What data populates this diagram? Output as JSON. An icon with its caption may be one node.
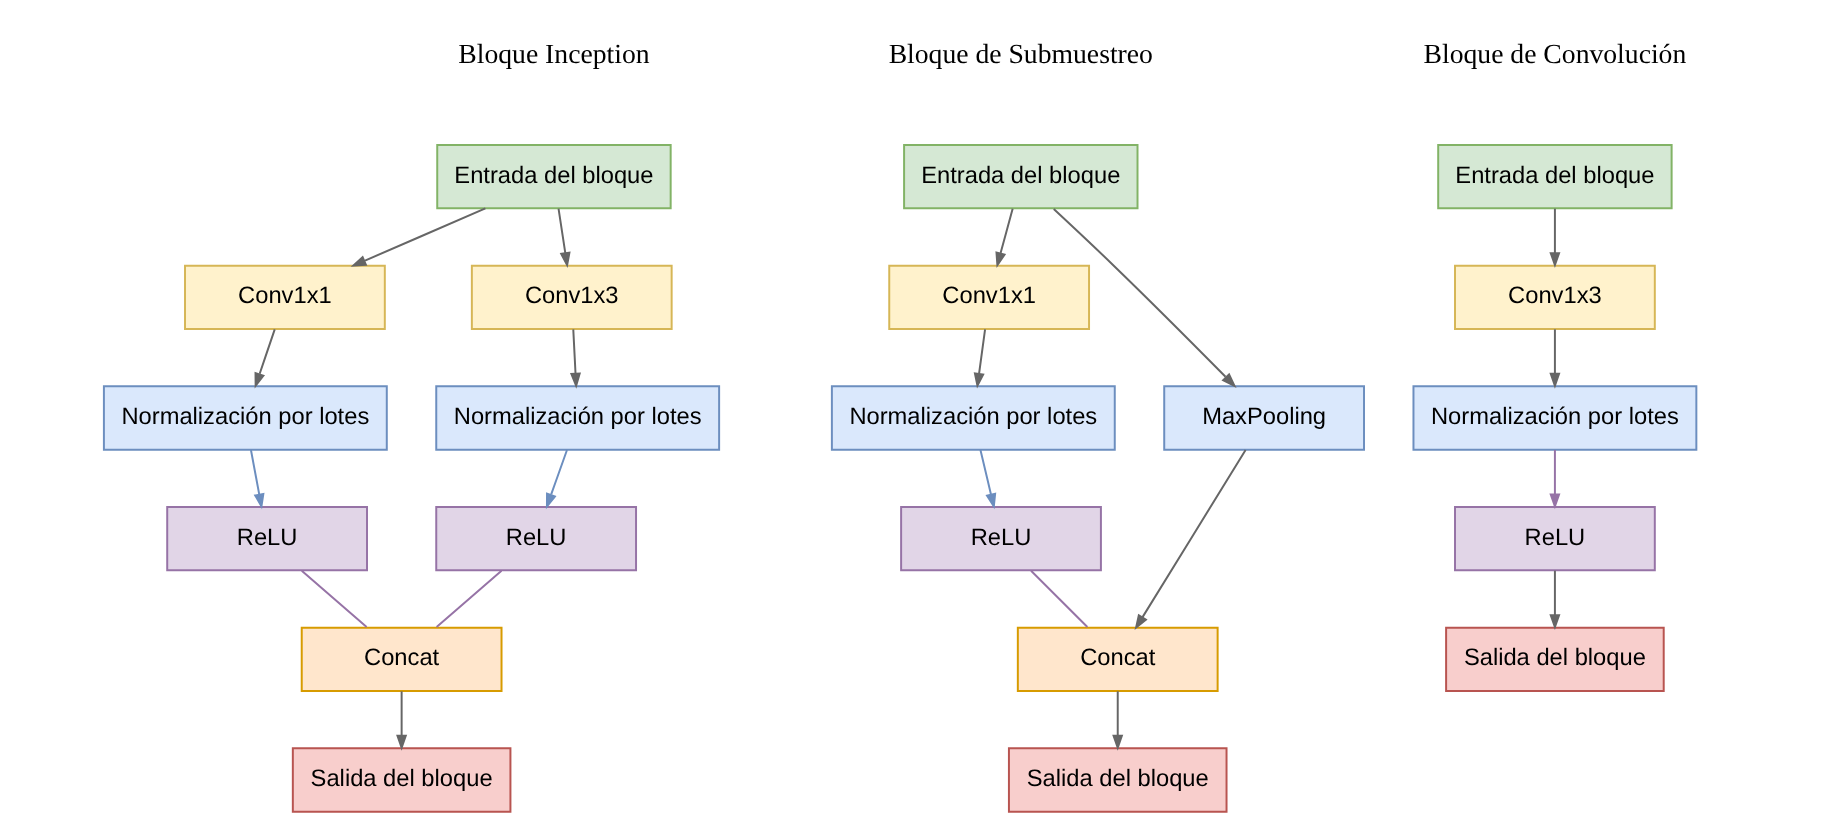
{
  "diagram": {
    "nodes": [
      {
        "text": [
          "Entrada del bloque"
        ]
      },
      {
        "text": [
          "Conv1x1"
        ]
      },
      {
        "text": [
          "Conv1x3"
        ]
      },
      {
        "text": [
          "Normalización por lotes"
        ]
      },
      {
        "text": [
          "Normalización por lotes"
        ]
      },
      {
        "text": [
          "ReLU"
        ]
      },
      {
        "text": [
          "ReLU"
        ]
      },
      {
        "text": [
          "Concat"
        ]
      },
      {
        "text": [
          "Salida del bloque"
        ]
      },
      {
        "text": [
          "Entrada del bloque"
        ]
      },
      {
        "text": [
          "Conv1x1"
        ]
      },
      {
        "text": [
          "Normalización por lotes"
        ]
      },
      {
        "text": [
          "MaxPooling"
        ]
      },
      {
        "text": [
          "ReLU"
        ]
      },
      {
        "text": [
          "Concat"
        ]
      },
      {
        "text": [
          "Salida del bloque"
        ]
      },
      {
        "text": [
          "Entrada del bloque"
        ]
      },
      {
        "text": [
          "Conv1x3"
        ]
      },
      {
        "text": [
          "Normalización por lotes"
        ]
      },
      {
        "text": [
          "ReLU"
        ]
      },
      {
        "text": [
          "Salida del bloque"
        ]
      }
    ],
    "edges": [
      {
        "from": 0,
        "to": 1,
        "arrow": "to"
      },
      {
        "from": 0,
        "to": 2,
        "arrow": "to"
      },
      {
        "from": 1,
        "to": 3,
        "arrow": "to"
      },
      {
        "from": 2,
        "to": 4,
        "arrow": "to"
      },
      {
        "from": 3,
        "to": 5,
        "arrow": "to",
        "color": "#6c8ebf"
      },
      {
        "from": 4,
        "to": 6,
        "arrow": "to",
        "color": "#6c8ebf"
      },
      {
        "from": 5,
        "to": 7,
        "arrow": "none",
        "color": "#9673a6"
      },
      {
        "from": 6,
        "to": 7,
        "arrow": "none",
        "color": "#9673a6"
      },
      {
        "from": 7,
        "to": 8,
        "arrow": "to"
      },
      {
        "from": 9,
        "to": 10,
        "arrow": "to"
      },
      {
        "from": 9,
        "to": 12,
        "arrow": "to"
      },
      {
        "from": 10,
        "to": 11,
        "arrow": "to"
      },
      {
        "from": 11,
        "to": 13,
        "arrow": "to",
        "color": "#6c8ebf"
      },
      {
        "from": 13,
        "to": 14,
        "arrow": "none",
        "color": "#9673a6"
      },
      {
        "from": 12,
        "to": 14,
        "arrow": "to"
      },
      {
        "from": 14,
        "to": 15,
        "arrow": "to"
      },
      {
        "from": 16,
        "to": 17,
        "arrow": "to"
      },
      {
        "from": 17,
        "to": 18,
        "arrow": "to"
      },
      {
        "from": 18,
        "to": 19,
        "arrow": "to",
        "color": "#9673a6"
      },
      {
        "from": 19,
        "to": 20,
        "arrow": "to"
      }
    ],
    "labels": [
      "Bloque Inception",
      "Bloque de Submuestreo",
      "Bloque de Convolución"
    ]
  }
}
